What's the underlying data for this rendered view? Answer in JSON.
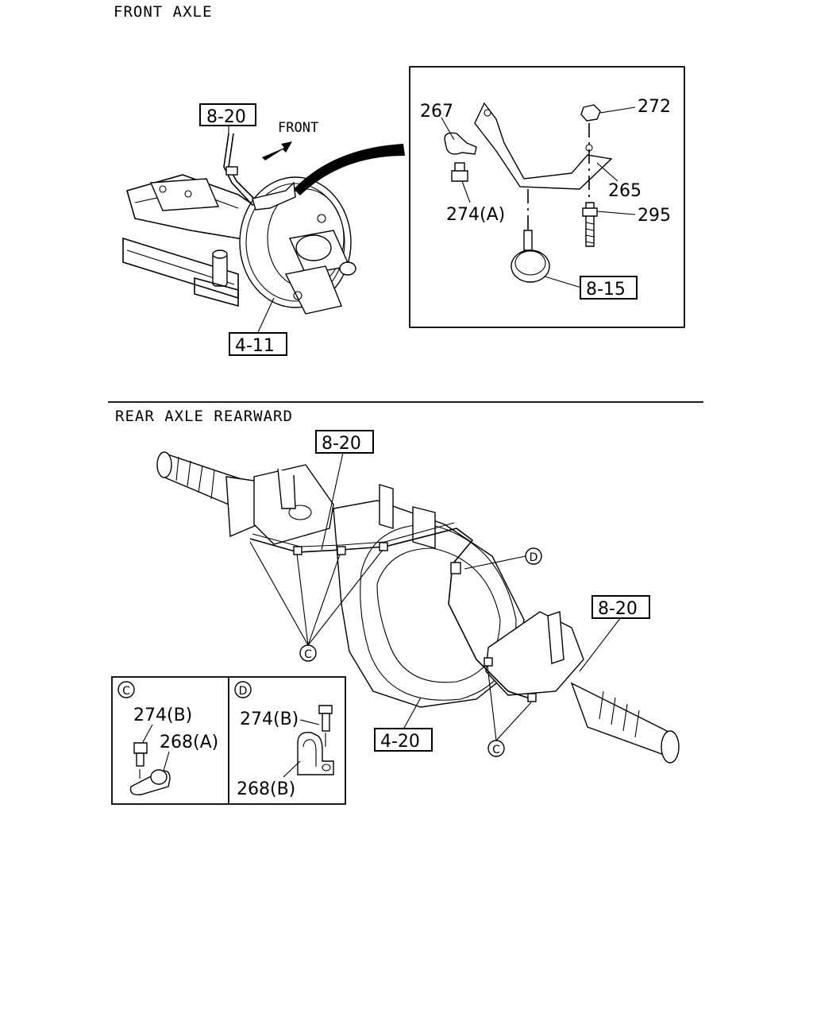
{
  "sections": {
    "front_title": "FRONT AXLE",
    "rear_title": "REAR AXLE REARWARD"
  },
  "front": {
    "direction_label": "FRONT",
    "ref_8_20": "8-20",
    "ref_4_11": "4-11",
    "detail": {
      "p267": "267",
      "p272": "272",
      "p265": "265",
      "p274a": "274(A)",
      "p295": "295",
      "ref_8_15": "8-15"
    }
  },
  "rear": {
    "ref_8_20_top": "8-20",
    "ref_8_20_right": "8-20",
    "ref_4_20": "4-20",
    "callout_c": "C",
    "callout_d": "D"
  },
  "inset_c": {
    "marker": "C",
    "p274b": "274(B)",
    "p268a": "268(A)"
  },
  "inset_d": {
    "marker": "D",
    "p274b": "274(B)",
    "p268b": "268(B)"
  }
}
